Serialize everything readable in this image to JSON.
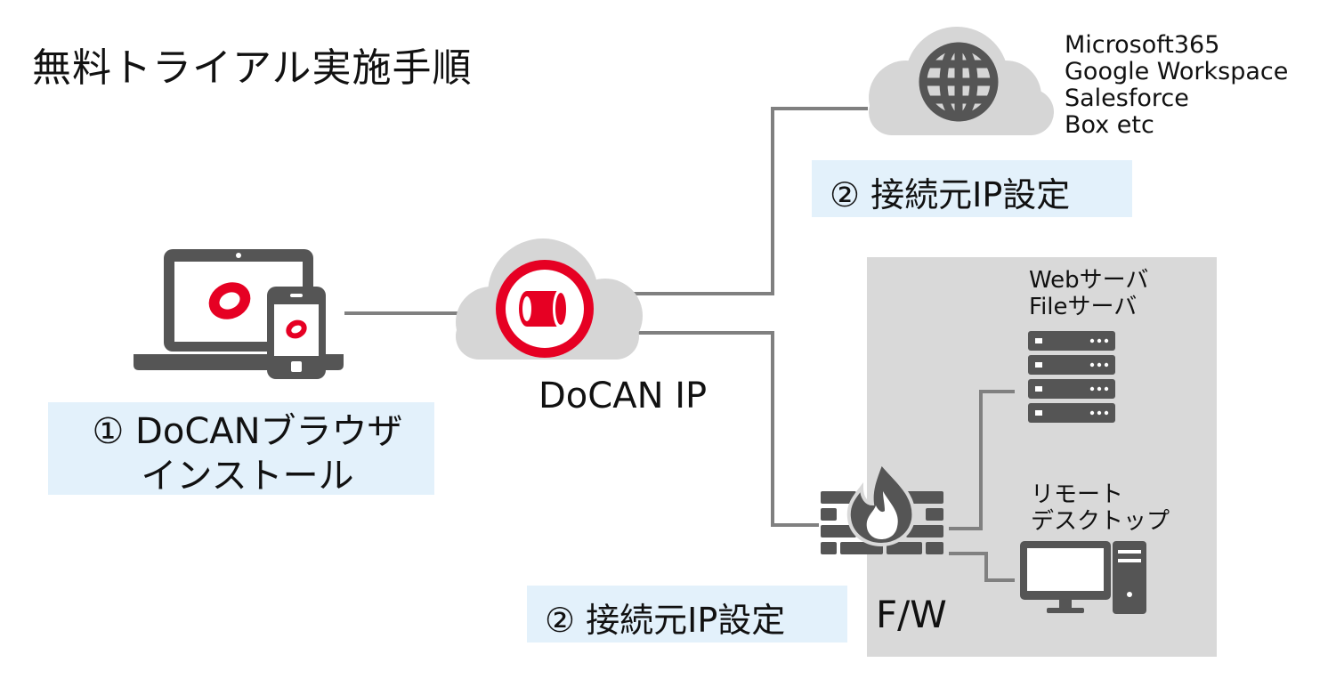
{
  "title": "無料トライアル実施手順",
  "steps": {
    "browser_install_line1": "① DoCANブラウザ",
    "browser_install_line2": "インストール",
    "ip_setting_top": "② 接続元IP設定",
    "ip_setting_bottom": "② 接続元IP設定"
  },
  "nodes": {
    "docan_ip": "DoCAN IP",
    "firewall": "F/W",
    "cloud_services": [
      "Microsoft365",
      "Google Workspace",
      "Salesforce",
      "Box etc"
    ],
    "servers": [
      "Webサーバ",
      "Fileサーバ"
    ],
    "remote_desktop": [
      "リモート",
      "デスクトップ"
    ]
  },
  "colors": {
    "accent_red": "#e60023",
    "icon_gray": "#555555",
    "cloud_gray": "#d6d6d6",
    "network_zone_gray": "#d9d9d9",
    "label_bg": "#e3f1fb",
    "line_gray": "#808080"
  },
  "icons": [
    "laptop-icon",
    "smartphone-icon",
    "docan-logo-icon",
    "cloud-icon",
    "globe-icon",
    "firewall-icon",
    "server-rack-icon",
    "desktop-computer-icon"
  ]
}
